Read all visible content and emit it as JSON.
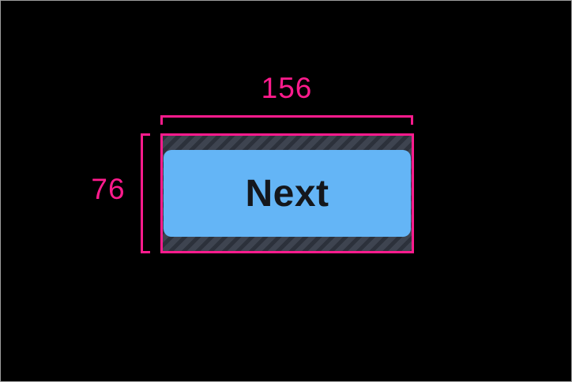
{
  "annotation": {
    "width_value": "156",
    "height_value": "76"
  },
  "button": {
    "label": "Next"
  },
  "colors": {
    "accent": "#ff1b8d",
    "button_bg": "#64b5f6",
    "button_fg": "#14171c",
    "hatch_base": "#3e4450",
    "hatch_stripe": "#2c313b",
    "canvas_bg": "#000000",
    "canvas_border": "#9e9e9e"
  }
}
